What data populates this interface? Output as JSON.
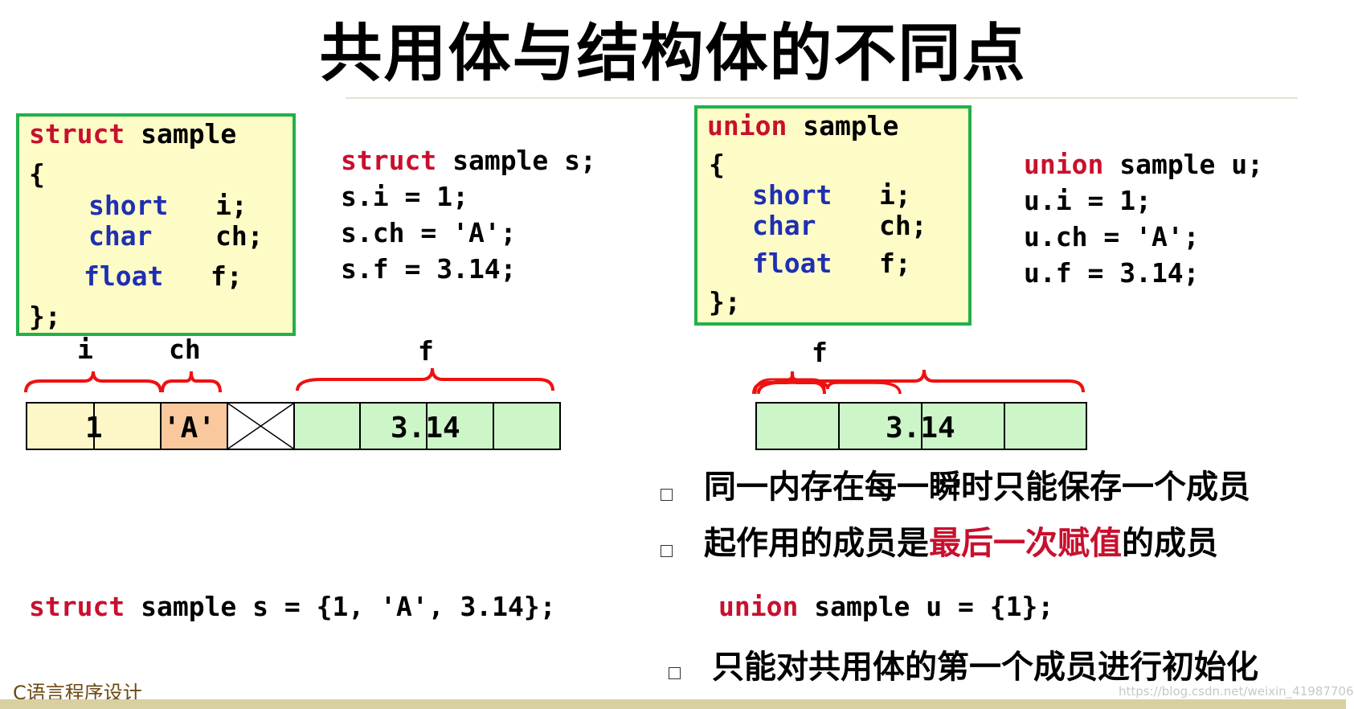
{
  "title": "共用体与结构体的不同点",
  "struct_def": {
    "kw": "struct",
    "name": " sample",
    "open": "{",
    "members": [
      {
        "type": "short",
        "name": "i;"
      },
      {
        "type": "char",
        "name": "ch;"
      },
      {
        "type": "float",
        "name": "f;"
      }
    ],
    "close": "};"
  },
  "struct_usage": {
    "decl_kw": "struct",
    "decl_rest": " sample s;",
    "lines": [
      "s.i = 1;",
      "s.ch = 'A';",
      "s.f = 3.14;"
    ]
  },
  "union_def": {
    "kw": "union",
    "name": " sample",
    "open": "{",
    "members": [
      {
        "type": "short",
        "name": "i;"
      },
      {
        "type": "char",
        "name": "ch;"
      },
      {
        "type": "float",
        "name": "f;"
      }
    ],
    "close": "};"
  },
  "union_usage": {
    "decl_kw": "union",
    "decl_rest": " sample u;",
    "lines": [
      "u.i = 1;",
      "u.ch = 'A';",
      "u.f = 3.14;"
    ]
  },
  "struct_memory": {
    "labels": {
      "i": "i",
      "ch": "ch",
      "f": "f"
    },
    "values": {
      "i": "1",
      "ch": "'A'",
      "f": "3.14"
    },
    "colors": {
      "i": "#fdf7c8",
      "ch": "#f9c89c",
      "f": "#ccf5c8"
    }
  },
  "union_memory": {
    "label": "f",
    "value": "3.14",
    "color": "#ccf5c8"
  },
  "brace_color": "#ee1111",
  "bullets": {
    "b1": "同一内存在每一瞬时只能保存一个成员",
    "b2_prefix": "起作用的成员是",
    "b2_emph": "最后一次赋值",
    "b2_suffix": "的成员",
    "b3": "只能对共用体的第一个成员进行初始化"
  },
  "struct_init": {
    "kw": "struct",
    "rest": " sample s = {1, 'A', 3.14};"
  },
  "union_init": {
    "kw": "union",
    "rest": " sample u = {1};"
  },
  "footer": "C语言程序设计",
  "watermark": "https://blog.csdn.net/weixin_41987706"
}
